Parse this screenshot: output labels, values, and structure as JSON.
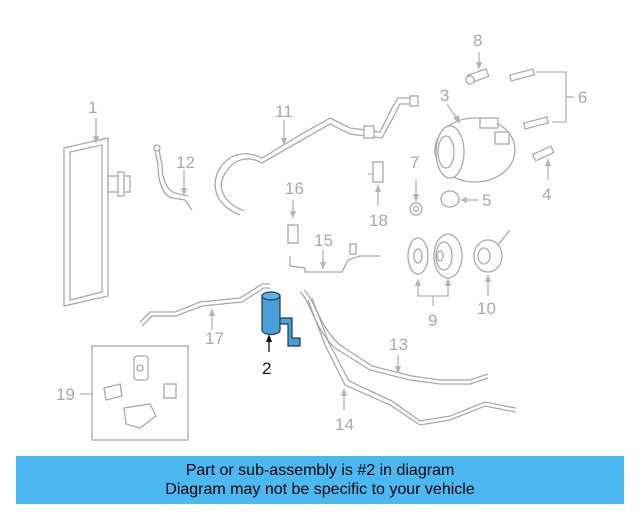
{
  "callouts": {
    "c1": "1",
    "c2": "2",
    "c3": "3",
    "c4": "4",
    "c5": "5",
    "c6": "6",
    "c7": "7",
    "c8": "8",
    "c9": "9",
    "c10": "10",
    "c11": "11",
    "c12": "12",
    "c13": "13",
    "c14": "14",
    "c15": "15",
    "c16": "16",
    "c17": "17",
    "c18": "18",
    "c19": "19"
  },
  "highlight_color": "#4a9fd8",
  "banner": {
    "line1": "Part or sub-assembly is #2 in diagram",
    "line2": "Diagram may not be specific to your vehicle",
    "background": "#4cb8f2"
  }
}
